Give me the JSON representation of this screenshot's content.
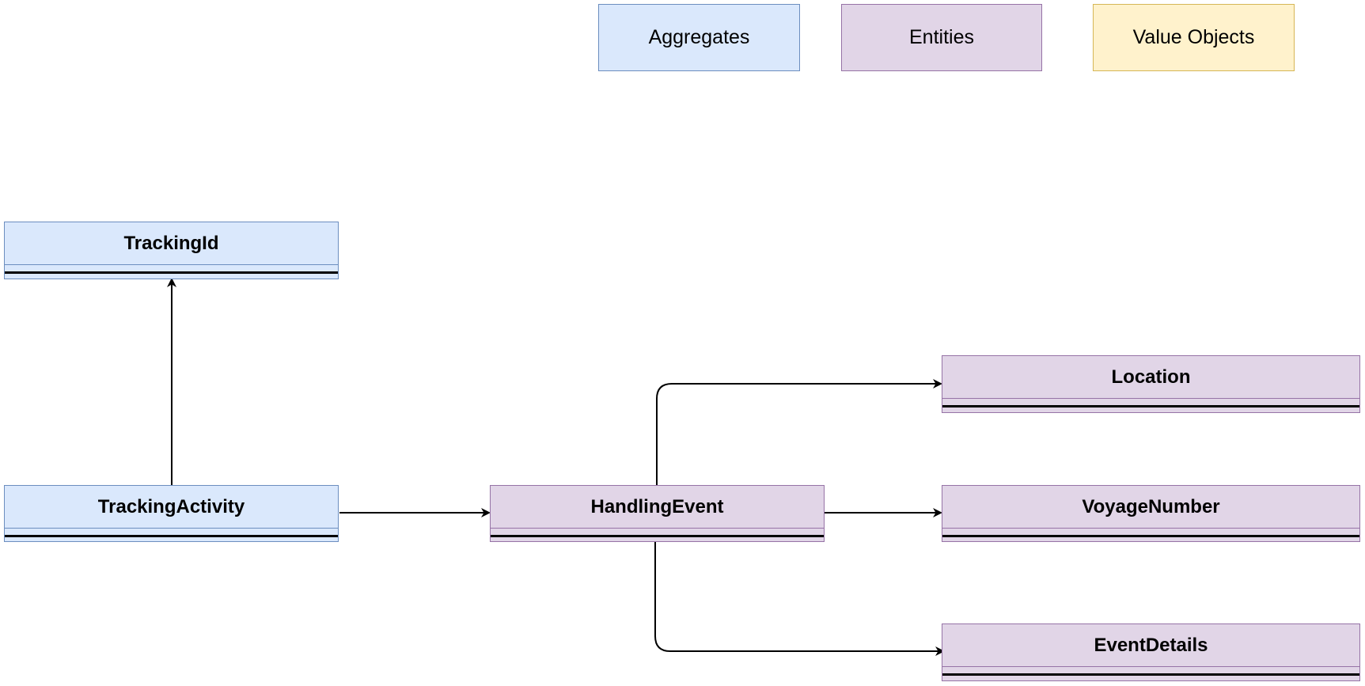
{
  "legend": {
    "aggregates": "Aggregates",
    "entities": "Entities",
    "value_objects": "Value Objects"
  },
  "colors": {
    "aggregate_fill": "#dae8fc",
    "aggregate_stroke": "#6c8ebf",
    "entity_fill": "#e1d5e7",
    "entity_stroke": "#9673a6",
    "value_object_fill": "#fff2cc",
    "value_object_stroke": "#d6b656"
  },
  "nodes": {
    "tracking_id": "TrackingId",
    "tracking_activity": "TrackingActivity",
    "handling_event": "HandlingEvent",
    "location": "Location",
    "voyage_number": "VoyageNumber",
    "event_details": "EventDetails"
  }
}
